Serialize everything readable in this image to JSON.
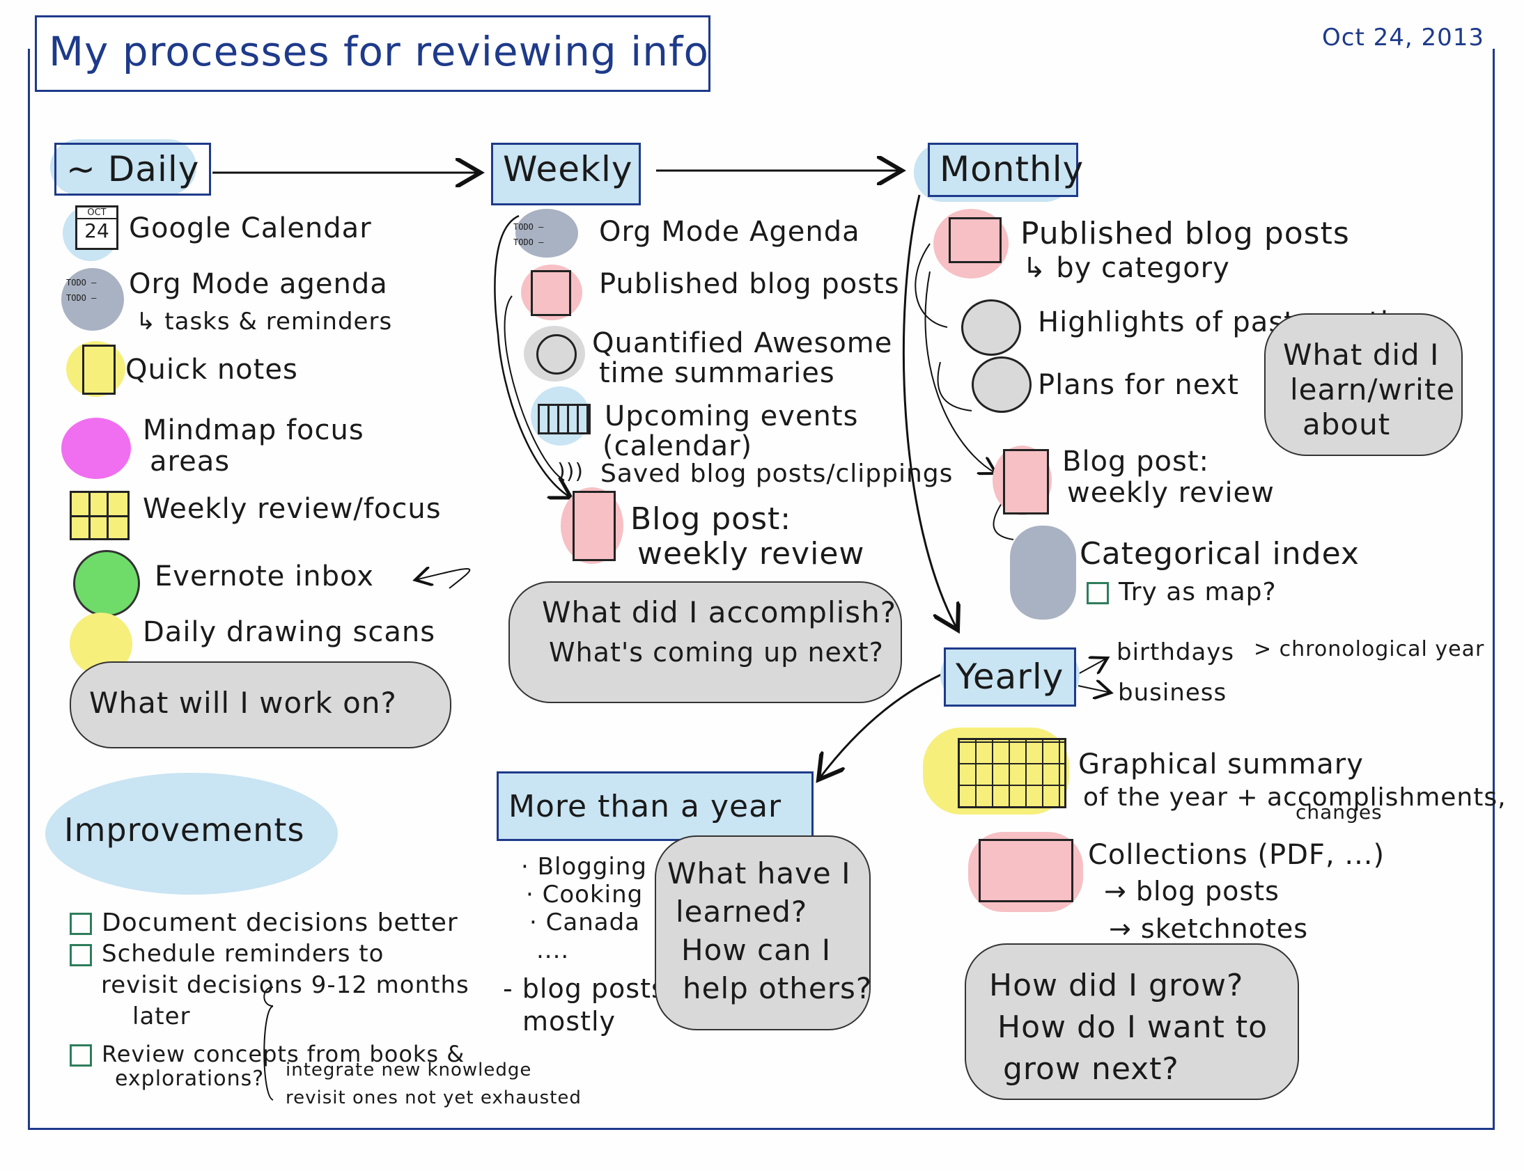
{
  "title": "My processes for reviewing info",
  "date": "Oct 24, 2013",
  "daily": {
    "header": "Daily",
    "calendar_icon": {
      "month": "OCT",
      "day": "24"
    },
    "items": [
      "Google Calendar",
      "Org Mode agenda",
      "Quick notes",
      "Mindmap focus",
      "areas",
      "Weekly review/focus",
      "Evernote inbox",
      "Daily drawing scans"
    ],
    "org_sub": "↳ tasks & reminders",
    "cloud": "What will I work on?"
  },
  "weekly": {
    "header": "Weekly",
    "items": [
      "Org Mode Agenda",
      "Published blog posts",
      "Quantified Awesome",
      "time summaries",
      "Upcoming events",
      "(calendar)",
      "Saved blog posts/clippings",
      "Blog post:",
      "weekly review"
    ],
    "cloud": [
      "What did I accomplish?",
      "What's coming up next?"
    ]
  },
  "monthly": {
    "header": "Monthly",
    "items": [
      "Published blog posts",
      "↳ by category",
      "Highlights of past month",
      "Plans for next",
      "Blog post:",
      "weekly review",
      "Categorical index"
    ],
    "checkbox": "Try as map?",
    "cloud": [
      "What did I",
      "learn/write",
      "about"
    ]
  },
  "yearly": {
    "header": "Yearly",
    "branches": [
      "birthdays",
      "business"
    ],
    "branch_note": "> chronological year",
    "items": [
      "Graphical summary",
      "of the year + accomplishments,",
      "changes",
      "Collections (PDF, ...)",
      "→ blog posts",
      "→ sketchnotes"
    ],
    "cloud": [
      "How did I grow?",
      "How do I want to",
      "grow next?"
    ]
  },
  "more_than_year": {
    "header": "More than a year",
    "list": [
      "· Blogging",
      "· Cooking",
      "· Canada",
      "...."
    ],
    "blog": "- blog posts,",
    "blog2": "mostly",
    "cloud": [
      "What have I",
      "learned?",
      "How can I",
      "help others?"
    ]
  },
  "improvements": {
    "header": "Improvements",
    "items": [
      "Document decisions better",
      "Schedule reminders to",
      "revisit decisions 9-12 months",
      "later",
      "Review concepts from books &",
      "explorations?"
    ],
    "subnotes": [
      "integrate new knowledge",
      "revisit ones not yet exhausted"
    ]
  },
  "colors": {
    "blue": "#1e3a8a",
    "lightblue": "#c9e4f3",
    "yellow": "#f6ef7c",
    "pink": "#f6c0c4",
    "gray": "#d9d9d9",
    "green": "#6fdc6a",
    "magenta": "#f06ef0",
    "slate": "#a9b2c2"
  }
}
